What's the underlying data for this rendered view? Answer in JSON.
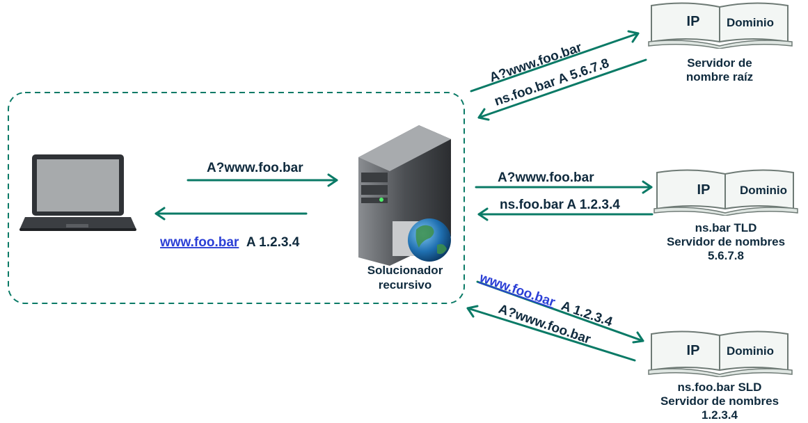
{
  "colors": {
    "arrow": "#0a7a66",
    "text": "#0f2a3d",
    "link": "#2b3fd6",
    "dashed_box": "#0a7a66"
  },
  "client": {
    "query": "A?www.foo.bar",
    "answer_link": "www.foo.bar",
    "answer_rest": "A 1.2.3.4"
  },
  "resolver": {
    "line1": "Solucionador",
    "line2": "recursivo"
  },
  "root": {
    "ip": "IP",
    "domain": "Dominio",
    "line1": "Servidor de",
    "line2": "nombre raíz",
    "query": "A?www.foo.bar",
    "response": "ns.foo.bar A 5.6.7.8"
  },
  "tld": {
    "ip": "IP",
    "domain": "Dominio",
    "line1": "ns.bar TLD",
    "line2": "Servidor de nombres",
    "line3": "5.6.7.8",
    "query": "A?www.foo.bar",
    "response": "ns.foo.bar A 1.2.3.4"
  },
  "sld": {
    "ip": "IP",
    "domain": "Dominio",
    "line1": "ns.foo.bar SLD",
    "line2": "Servidor de nombres",
    "line3": "1.2.3.4",
    "response_link": "www.foo.bar",
    "response_rest": "A 1.2.3.4",
    "query": "A?www.foo.bar"
  }
}
